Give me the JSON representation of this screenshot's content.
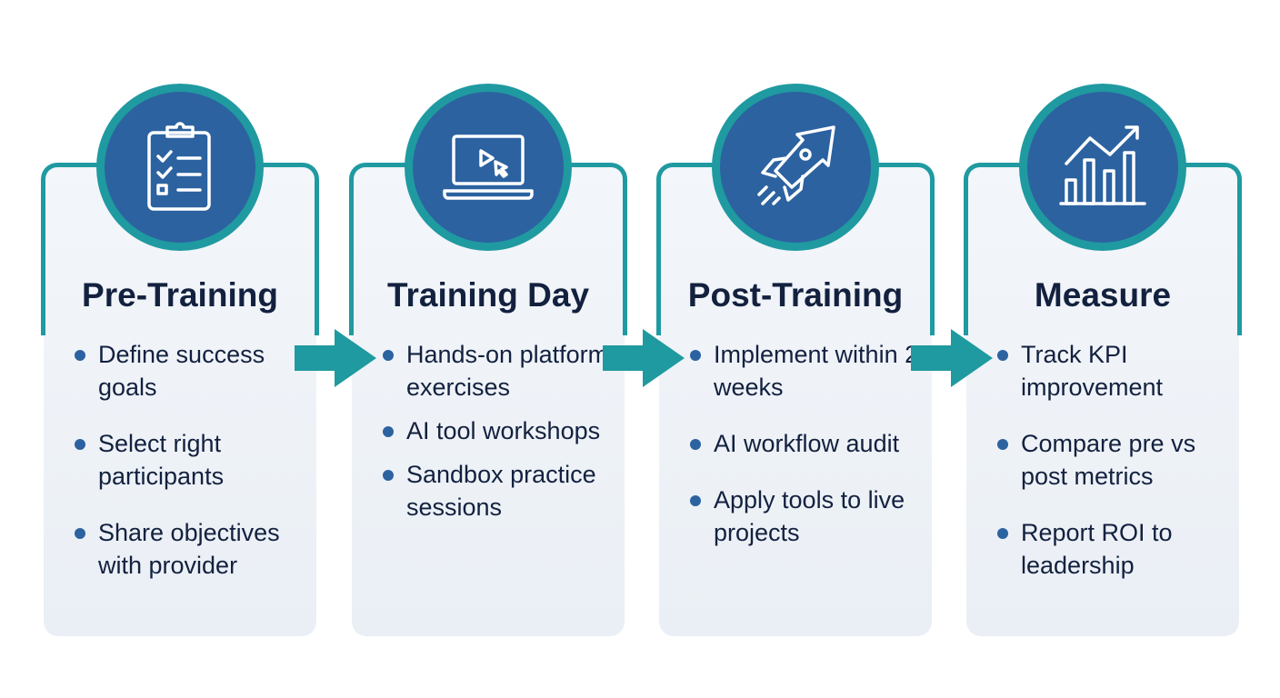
{
  "colors": {
    "teal": "#1f9aa0",
    "blue": "#2c62a0",
    "text": "#13213f"
  },
  "stages": [
    {
      "title": "Pre-Training",
      "icon": "clipboard-checklist-icon",
      "items": [
        "Define success goals",
        "Select right participants",
        "Share objectives with provider"
      ]
    },
    {
      "title": "Training Day",
      "icon": "laptop-play-icon",
      "items": [
        "Hands-on platform exercises",
        "AI tool workshops",
        "Sandbox practice sessions"
      ]
    },
    {
      "title": "Post-Training",
      "icon": "rocket-icon",
      "items": [
        "Implement within 2 weeks",
        "AI workflow audit",
        "Apply tools to live projects"
      ]
    },
    {
      "title": "Measure",
      "icon": "chart-growth-icon",
      "items": [
        "Track KPI improvement",
        "Compare pre vs post metrics",
        "Report ROI to leadership"
      ]
    }
  ]
}
